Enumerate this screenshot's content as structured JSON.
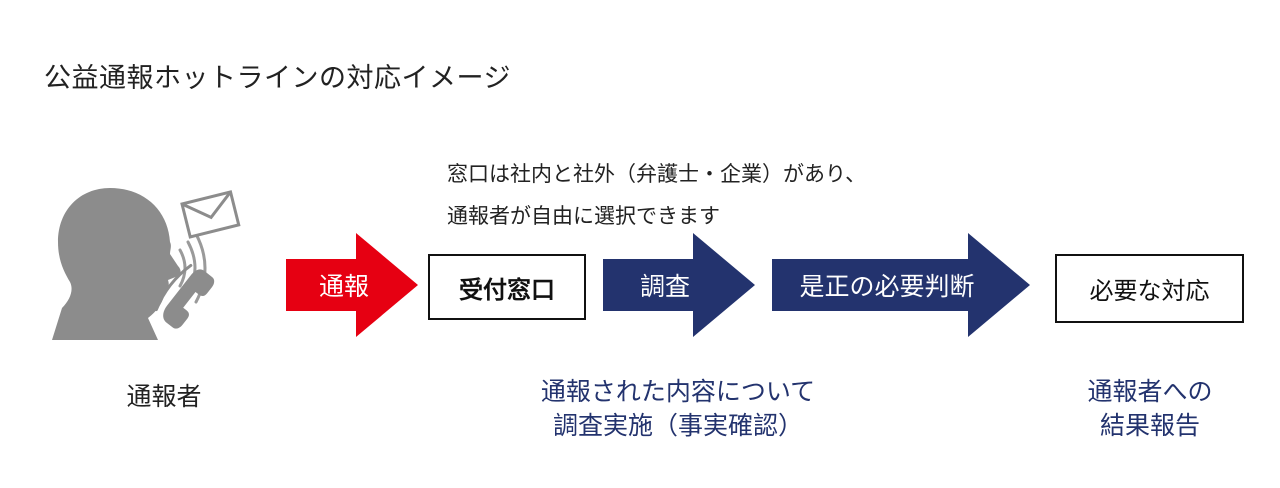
{
  "title": "公益通報ホットラインの対応イメージ",
  "note": {
    "line1": "窓口は社内と社外（弁護士・企業）があり、",
    "line2": "通報者が自由に選択できます"
  },
  "flow": {
    "arrow_report": "通報",
    "box_reception": "受付窓口",
    "arrow_investigation": "調査",
    "arrow_judgment": "是正の必要判断",
    "box_response": "必要な対応"
  },
  "captions": {
    "reporter": "通報者",
    "investigation_line1": "通報された内容について",
    "investigation_line2": "調査実施（事実確認）",
    "result_line1": "通報者への",
    "result_line2": "結果報告"
  },
  "icons": {
    "person": "person-silhouette-icon",
    "envelope": "envelope-icon",
    "phone": "phone-handset-icon",
    "sound": "sound-waves-icon"
  },
  "colors": {
    "red_arrow": "#e60012",
    "navy_arrow": "#23336e",
    "icon_gray": "#8c8c8c"
  }
}
